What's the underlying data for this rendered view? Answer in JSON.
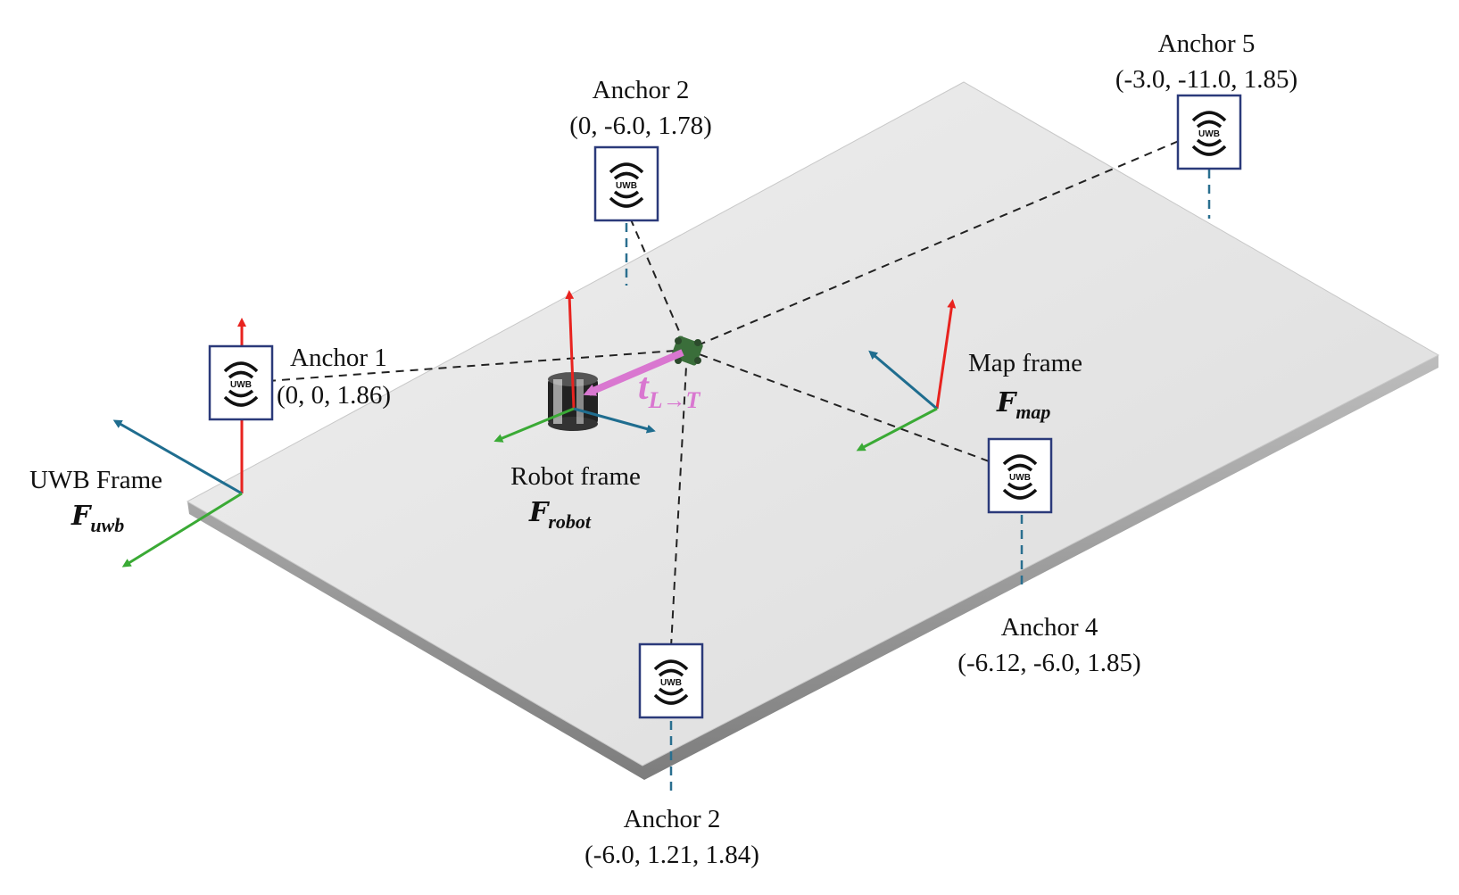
{
  "anchors": [
    {
      "name": "Anchor 1",
      "coords": "(0, 0, 1.86)"
    },
    {
      "name": "Anchor 2",
      "coords": "(0, -6.0, 1.78)"
    },
    {
      "name": "Anchor 5",
      "coords": "(-3.0, -11.0, 1.85)"
    },
    {
      "name": "Anchor 4",
      "coords": "(-6.12, -6.0, 1.85)"
    },
    {
      "name": "Anchor 2",
      "coords": "(-6.0, 1.21, 1.84)"
    }
  ],
  "uwb_tag_text": "UWB",
  "frames": {
    "uwb": {
      "label": "UWB Frame",
      "symbol": "F",
      "subscript": "uwb"
    },
    "robot": {
      "label": "Robot frame",
      "symbol": "F",
      "subscript": "robot"
    },
    "map": {
      "label": "Map frame",
      "symbol": "F",
      "subscript": "map"
    }
  },
  "translation": {
    "symbol": "t",
    "subscript": "L→T"
  },
  "colors": {
    "x_axis": "#e8231f",
    "y_axis": "#1f6d8f",
    "z_axis": "#3aaa35",
    "translation": "#d977d0",
    "anchor_border": "#2b3a7a",
    "floor": "#e6e6e6"
  }
}
